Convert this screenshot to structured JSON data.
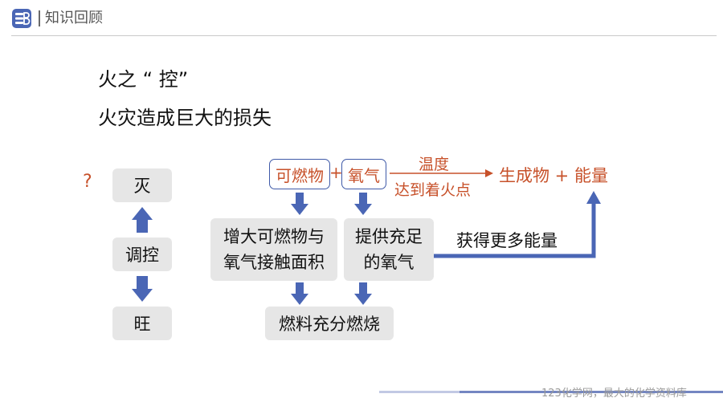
{
  "header": {
    "title": "知识回顾",
    "icon": "book-icon",
    "accent": "#4a66b5"
  },
  "headings": {
    "line1": "火之 “ 控”",
    "line2": "火灾造成巨大的损失"
  },
  "diagram": {
    "question": "?",
    "left_column": {
      "top": "灭",
      "middle": "调控",
      "bottom": "旺"
    },
    "reaction": {
      "reactant1": "可燃物",
      "plus": "+",
      "reactant2": "氧气",
      "condition_top": "温度",
      "condition_bottom": "达到着火点",
      "product": "生成物 + 能量"
    },
    "boxes": {
      "increase_line1": "增大可燃物与",
      "increase_line2": "氧气接触面积",
      "provide_line1": "提供充足",
      "provide_line2": "的氧气",
      "full_combustion": "燃料充分燃烧"
    },
    "gain_label": "获得更多能量",
    "colors": {
      "arrow": "#4a66b5",
      "reaction_text": "#c7512a",
      "box_fill": "#e6e6e6"
    }
  },
  "footer": {
    "text": "123化学网，最大的化学资料库"
  }
}
